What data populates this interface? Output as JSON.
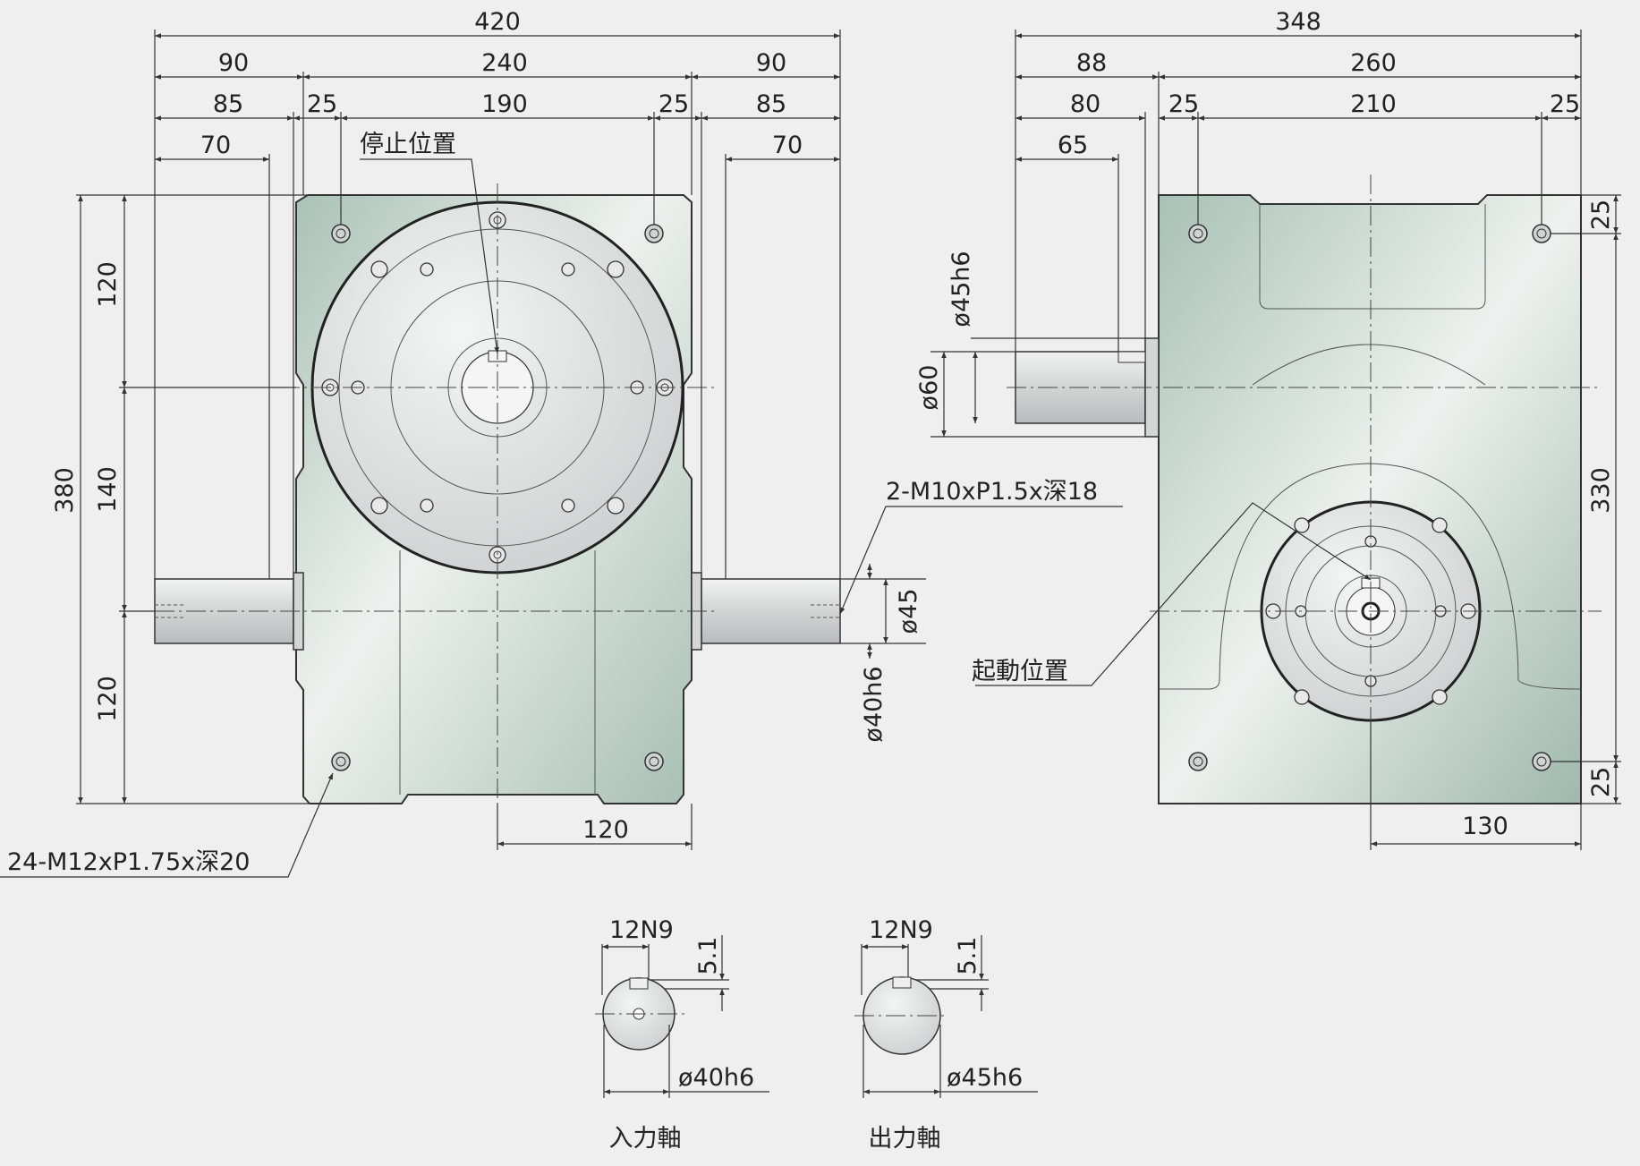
{
  "colors": {
    "background": "#efefef",
    "body_fill": "#dfe6e2",
    "body_shade": "#9fb8ad",
    "line": "#333333",
    "flange": "#e4e6e6"
  },
  "front_view": {
    "overall_width": "420",
    "left_width": "90",
    "center_width": "240",
    "right_width": "90",
    "left_inner": "85",
    "bolt_offset_left": "25",
    "bolt_span": "190",
    "bolt_offset_right": "25",
    "right_inner": "85",
    "left_shaft_len": "70",
    "right_shaft_len": "70",
    "height_top": "120",
    "height_mid": "140",
    "height_bottom": "120",
    "overall_height": "380",
    "bottom_dim": "120",
    "stop_position_label": "停止位置",
    "tap_hole_note": "2-M10xP1.5x深18",
    "bolt_hole_note": "24-M12xP1.75x深20",
    "shaft_dia": "ø45",
    "shaft_fit": "ø40h6"
  },
  "side_view": {
    "overall_width": "348",
    "left_width": "88",
    "right_width": "260",
    "shaft_len_outer": "80",
    "bolt_offset_left": "25",
    "bolt_span": "210",
    "bolt_offset_right": "25",
    "shaft_len_inner": "65",
    "shaft_fit": "ø45h6",
    "shaft_dia": "ø60",
    "top_offset": "25",
    "overall_height": "330",
    "bottom_offset": "25",
    "bottom_dim": "130",
    "start_position_label": "起動位置"
  },
  "key_details": [
    {
      "key_width": "12N9",
      "key_depth": "5.1",
      "shaft_fit": "ø40h6",
      "caption": "入力軸"
    },
    {
      "key_width": "12N9",
      "key_depth": "5.1",
      "shaft_fit": "ø45h6",
      "caption": "出力軸"
    }
  ]
}
